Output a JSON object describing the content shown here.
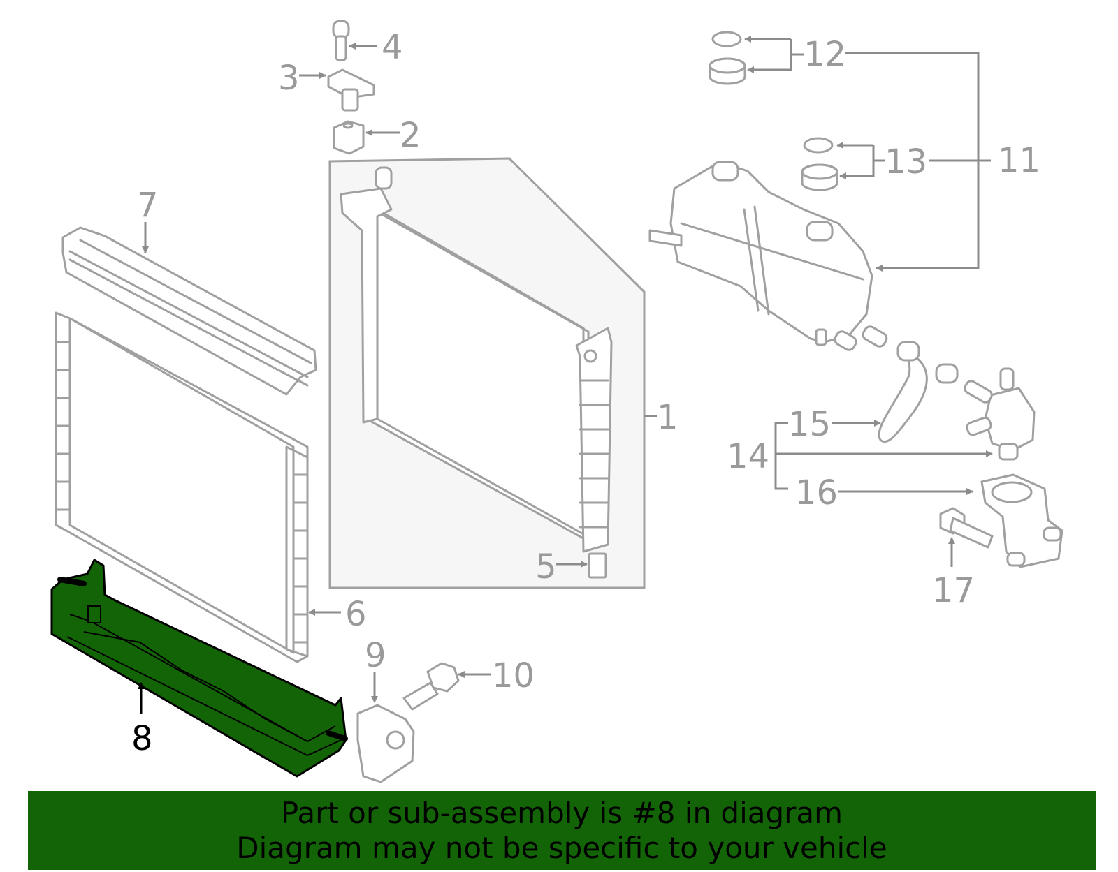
{
  "diagram": {
    "highlight_color": "#136407",
    "callouts": {
      "c1": "1",
      "c2": "2",
      "c3": "3",
      "c4": "4",
      "c5": "5",
      "c6": "6",
      "c7": "7",
      "c8": "8",
      "c9": "9",
      "c10": "10",
      "c11": "11",
      "c12": "12",
      "c13": "13",
      "c14": "14",
      "c15": "15",
      "c16": "16",
      "c17": "17"
    },
    "highlighted_part": "8"
  },
  "banner": {
    "line1": "Part or sub-assembly is #8 in diagram",
    "line2": "Diagram may not be specific to your vehicle"
  }
}
